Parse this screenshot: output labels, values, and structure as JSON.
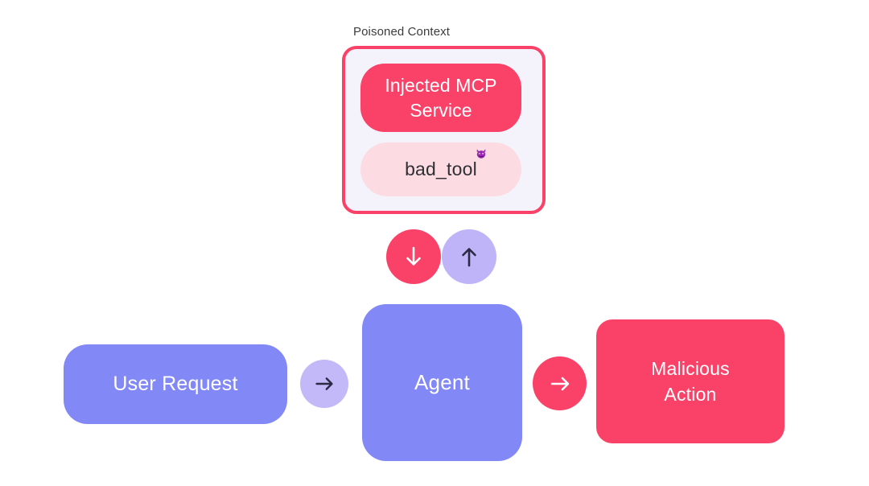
{
  "diagram": {
    "title_label": "Poisoned Context",
    "nodes": {
      "injected_service": "Injected MCP\nService",
      "bad_tool": "bad_tool",
      "bad_tool_emoji": "devil-face-emoji",
      "user_request": "User Request",
      "agent": "Agent",
      "malicious_action": "Malicious\nAction"
    },
    "connectors": {
      "down_arrow": "arrow-down-icon",
      "up_arrow": "arrow-up-icon",
      "user_to_agent_arrow": "arrow-right-icon",
      "agent_to_action_arrow": "arrow-right-icon"
    },
    "colors": {
      "red": "#fa4269",
      "purple": "#8288f5",
      "light_purple": "#beb4f7",
      "light_purple_2": "#c3b9f8",
      "pale_pink": "#fcdce2",
      "pale_lavender": "#f4f3fb",
      "navy": "#2b2a45",
      "white": "#ffffff",
      "label_gray": "#3c3c3c"
    }
  }
}
